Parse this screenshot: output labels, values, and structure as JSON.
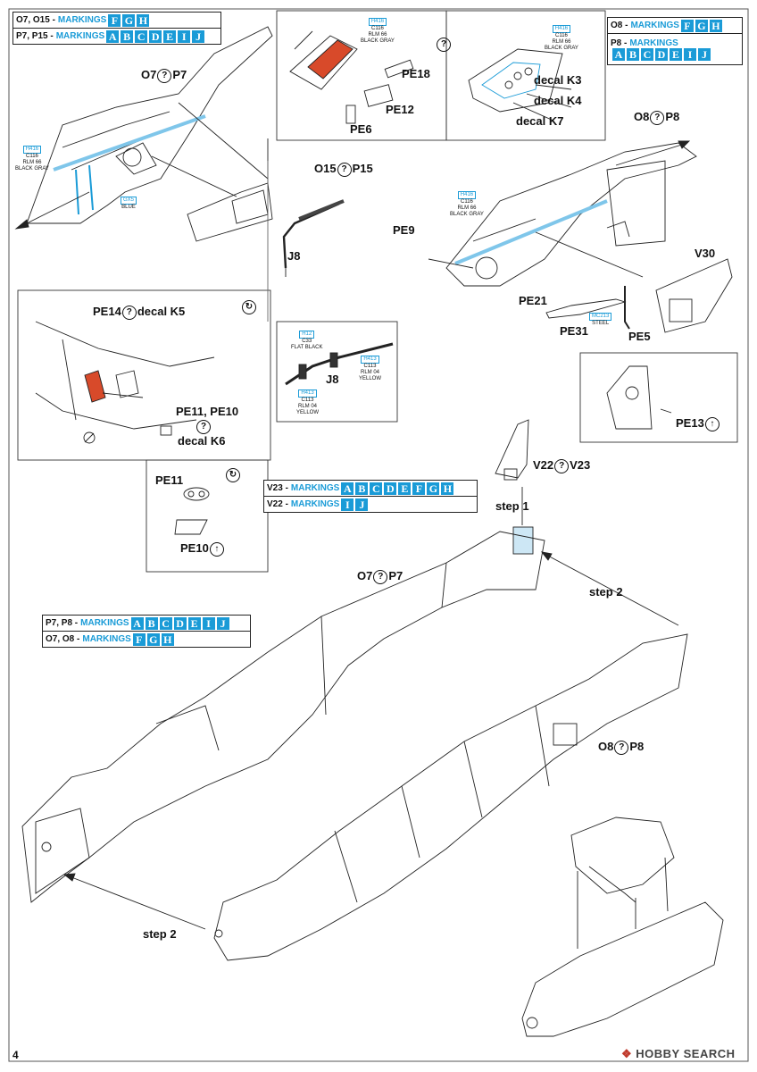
{
  "marking_tables": {
    "top_left": [
      {
        "parts": "O7, O15 -",
        "word": "MARKINGS",
        "letters": [
          "F",
          "G",
          "H"
        ]
      },
      {
        "parts": "P7, P15 -",
        "word": "MARKINGS",
        "letters": [
          "A",
          "B",
          "C",
          "D",
          "E",
          "I",
          "J"
        ]
      }
    ],
    "top_right": [
      {
        "parts": "O8 -",
        "word": "MARKINGS",
        "letters": [
          "F",
          "G",
          "H"
        ]
      },
      {
        "parts": "P8 -",
        "word": "MARKINGS",
        "letters": [
          "A",
          "B",
          "C",
          "D",
          "E",
          "I",
          "J"
        ]
      }
    ],
    "tail": [
      {
        "parts": "V23 -",
        "word": "MARKINGS",
        "letters": [
          "A",
          "B",
          "C",
          "D",
          "E",
          "F",
          "G",
          "H"
        ]
      },
      {
        "parts": "V22 -",
        "word": "MARKINGS",
        "letters": [
          "I",
          "J"
        ]
      }
    ],
    "fuselage": [
      {
        "parts": "P7, P8 -",
        "word": "MARKINGS",
        "letters": [
          "A",
          "B",
          "C",
          "D",
          "E",
          "I",
          "J"
        ]
      },
      {
        "parts": "O7, O8 -",
        "word": "MARKINGS",
        "letters": [
          "F",
          "G",
          "H"
        ]
      }
    ]
  },
  "variant_labels": {
    "o7_p7_top": {
      "a": "O7",
      "b": "P7"
    },
    "o15_p15": {
      "a": "O15",
      "b": "P15"
    },
    "o8_p8_top": {
      "a": "O8",
      "b": "P8"
    },
    "v22_v23": {
      "a": "V22",
      "b": "V23"
    },
    "o7_p7_mid": {
      "a": "O7",
      "b": "P7"
    },
    "o8_p8_bottom": {
      "a": "O8",
      "b": "P8"
    }
  },
  "part_labels": {
    "pe18": "PE18",
    "pe12": "PE12",
    "pe6": "PE6",
    "decal_k3": "decal K3",
    "decal_k4": "decal K4",
    "decal_k7": "decal K7",
    "j8_top": "J8",
    "j8_detail": "J8",
    "pe9": "PE9",
    "pe21": "PE21",
    "pe31": "PE31",
    "pe5": "PE5",
    "v30": "V30",
    "pe13": "PE13",
    "pe14": "PE14",
    "decal_k5": "decal K5",
    "pe11_pe10": "PE11, PE10",
    "decal_k6": "decal K6",
    "pe11": "PE11",
    "pe10": "PE10"
  },
  "steps": {
    "step1": "step 1",
    "step2_right": "step 2",
    "step2_left": "step 2"
  },
  "colors": {
    "black_gray_a": {
      "code": "H416",
      "c": "C116",
      "rlm": "RLM 66",
      "name": "BLACK GRAY"
    },
    "black_gray_b": {
      "code": "H416",
      "c": "C116",
      "rlm": "RLM 66",
      "name": "BLACK GRAY"
    },
    "black_gray_c": {
      "code": "H416",
      "c": "C116",
      "rlm": "RLM 66",
      "name": "BLACK GRAY"
    },
    "black_gray_d": {
      "code": "H416",
      "c": "C116",
      "rlm": "RLM 66",
      "name": "BLACK GRAY"
    },
    "blue": {
      "code": "GX5",
      "name": "BLUE"
    },
    "flat_black": {
      "code": "H12",
      "c": "C33",
      "name": "FLAT BLACK"
    },
    "yellow_a": {
      "code": "H413",
      "c": "C113",
      "rlm": "RLM 04",
      "name": "YELLOW"
    },
    "yellow_b": {
      "code": "H413",
      "c": "C113",
      "rlm": "RLM 04",
      "name": "YELLOW"
    },
    "steel": {
      "code": "MC213",
      "name": "STEEL"
    }
  },
  "page_number": "4",
  "watermark": "HOBBY SEARCH",
  "accent_color": "#1a9bd7",
  "highlight_color": "#cde7f5",
  "part_red": "#d84a2a"
}
